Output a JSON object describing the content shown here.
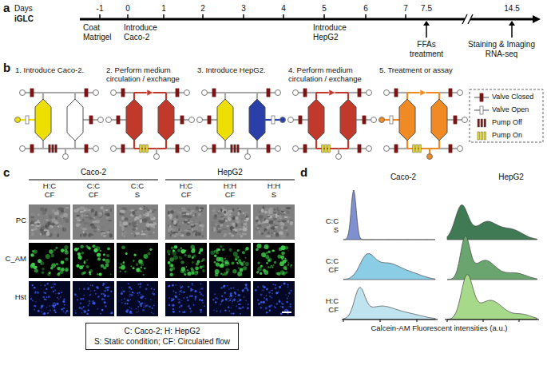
{
  "diagram": {
    "nodes": [
      {
        "text": [
          "C: Caco-2; H: HepG2",
          "S: Static condition; CF: Circulated flow"
        ]
      }
    ],
    "labels": [
      "a",
      "Days",
      "iGLC",
      "-1",
      "0",
      "1",
      "2",
      "3",
      "4",
      "5",
      "6",
      "7",
      "7.5",
      "14.5",
      "Coat Matrigel",
      "Introduce Caco-2",
      "Introduce HepG2",
      "FFAs treatment",
      "Staining & Imaging RNA-seq",
      "b",
      "1. Introduce Caco-2.",
      "2. Perform medium circulation / exchange",
      "3. Introduce HepG2.",
      "4. Perform medium circulation / exchange",
      "5. Treatment or assay",
      "c",
      "Caco-2",
      "HepG2",
      "H:C CF",
      "C:C CF",
      "C:C S",
      "H:C CF",
      "H:H CF",
      "H:H S",
      "PC",
      "C_AM",
      "Hst",
      "d",
      "Caco-2",
      "HepG2",
      "C:C S",
      "C:C CF",
      "H:C CF",
      "Calcein-AM Fluorescent intensities (a.u.)"
    ],
    "legend": [
      {
        "text": "Valve Closed"
      },
      {
        "text": "Valve Open"
      },
      {
        "text": "Pump Off"
      },
      {
        "text": "Pump On"
      }
    ]
  }
}
